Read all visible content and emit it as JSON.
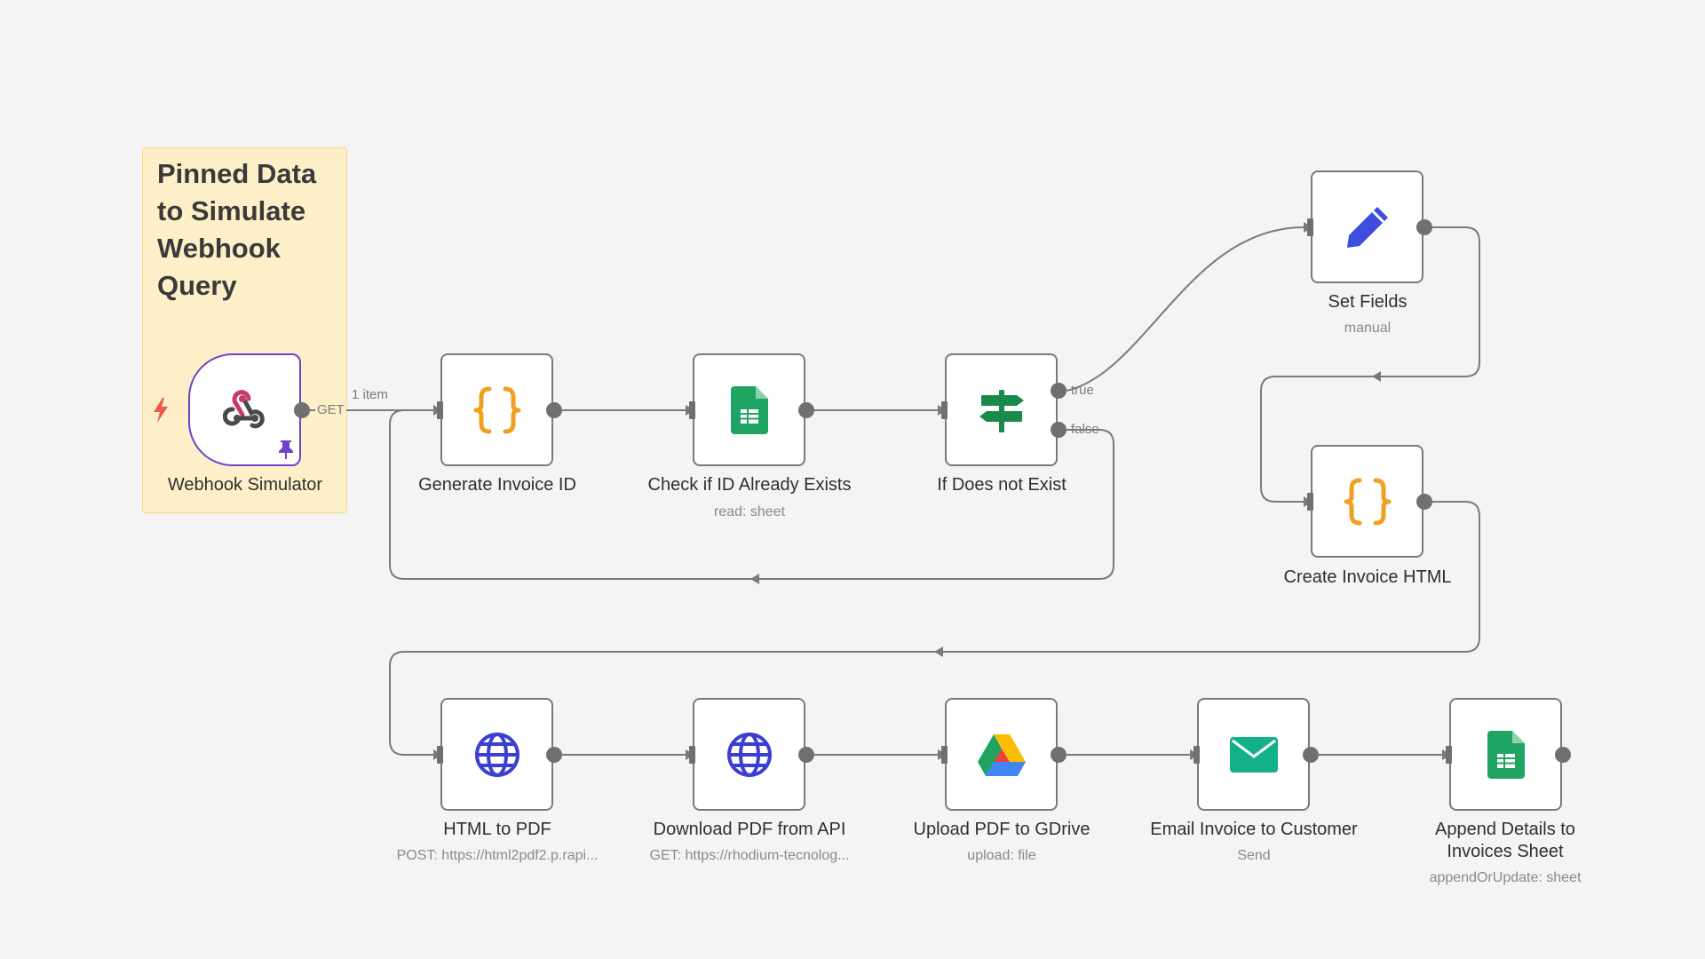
{
  "sticky": {
    "title": "Pinned Data to Simulate Webhook Query"
  },
  "edge_labels": {
    "items": "1 item",
    "get": "GET",
    "true": "true",
    "false": "false"
  },
  "colors": {
    "canvas": "#f4f4f4",
    "node_border": "#7a7a7a",
    "trigger_border": "#6b45c9",
    "edge": "#7a7a7a",
    "sticky_bg": "#fdf0c8",
    "code_icon": "#f0a020",
    "sheets_green": "#1fa463",
    "router_green": "#1a8a4a",
    "pencil_blue": "#3f4ce0",
    "globe_blue": "#3a3fd0",
    "mail_teal": "#14b08a",
    "bolt_red": "#ee5a4a",
    "pin_purple": "#6b45c9"
  },
  "nodes": {
    "webhook": {
      "label": "Webhook Simulator",
      "icon": "webhook-icon"
    },
    "generate": {
      "label": "Generate Invoice ID",
      "icon": "code-braces-icon"
    },
    "check": {
      "label": "Check if ID Already Exists",
      "sub": "read: sheet",
      "icon": "google-sheets-icon"
    },
    "ifnode": {
      "label": "If Does not Exist",
      "icon": "signpost-icon"
    },
    "setfields": {
      "label": "Set Fields",
      "sub": "manual",
      "icon": "pencil-icon"
    },
    "createhtml": {
      "label": "Create Invoice HTML",
      "icon": "code-braces-icon"
    },
    "htmlpdf": {
      "label": "HTML to PDF",
      "sub": "POST: https://html2pdf2.p.rapi...",
      "icon": "globe-icon"
    },
    "download": {
      "label": "Download PDF from API",
      "sub": "GET: https://rhodium-tecnolog...",
      "icon": "globe-icon"
    },
    "upload": {
      "label": "Upload PDF to GDrive",
      "sub": "upload: file",
      "icon": "google-drive-icon"
    },
    "email": {
      "label": "Email Invoice to Customer",
      "sub": "Send",
      "icon": "mail-icon"
    },
    "append": {
      "label": "Append Details to Invoices Sheet",
      "sub": "appendOrUpdate: sheet",
      "icon": "google-sheets-icon"
    }
  }
}
